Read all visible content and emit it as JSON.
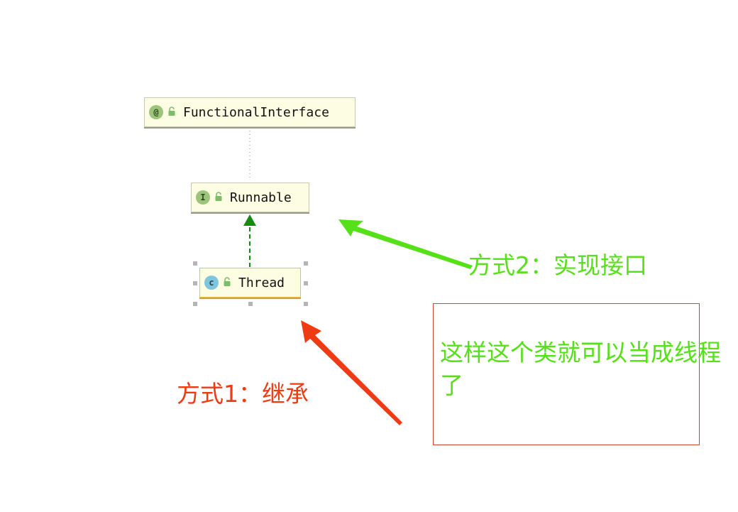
{
  "nodes": {
    "functional_interface": {
      "badge": "@",
      "name": "FunctionalInterface"
    },
    "runnable": {
      "badge": "I",
      "name": "Runnable"
    },
    "thread": {
      "badge": "c",
      "name": "Thread"
    }
  },
  "annotations": {
    "method2": "方式2：实现接口",
    "method1": "方式1：继承",
    "note": "这样这个类就可以当成线程了"
  },
  "colors": {
    "green": "#55e018",
    "red": "#ee3b14",
    "uml_arrow": "#138a13"
  }
}
